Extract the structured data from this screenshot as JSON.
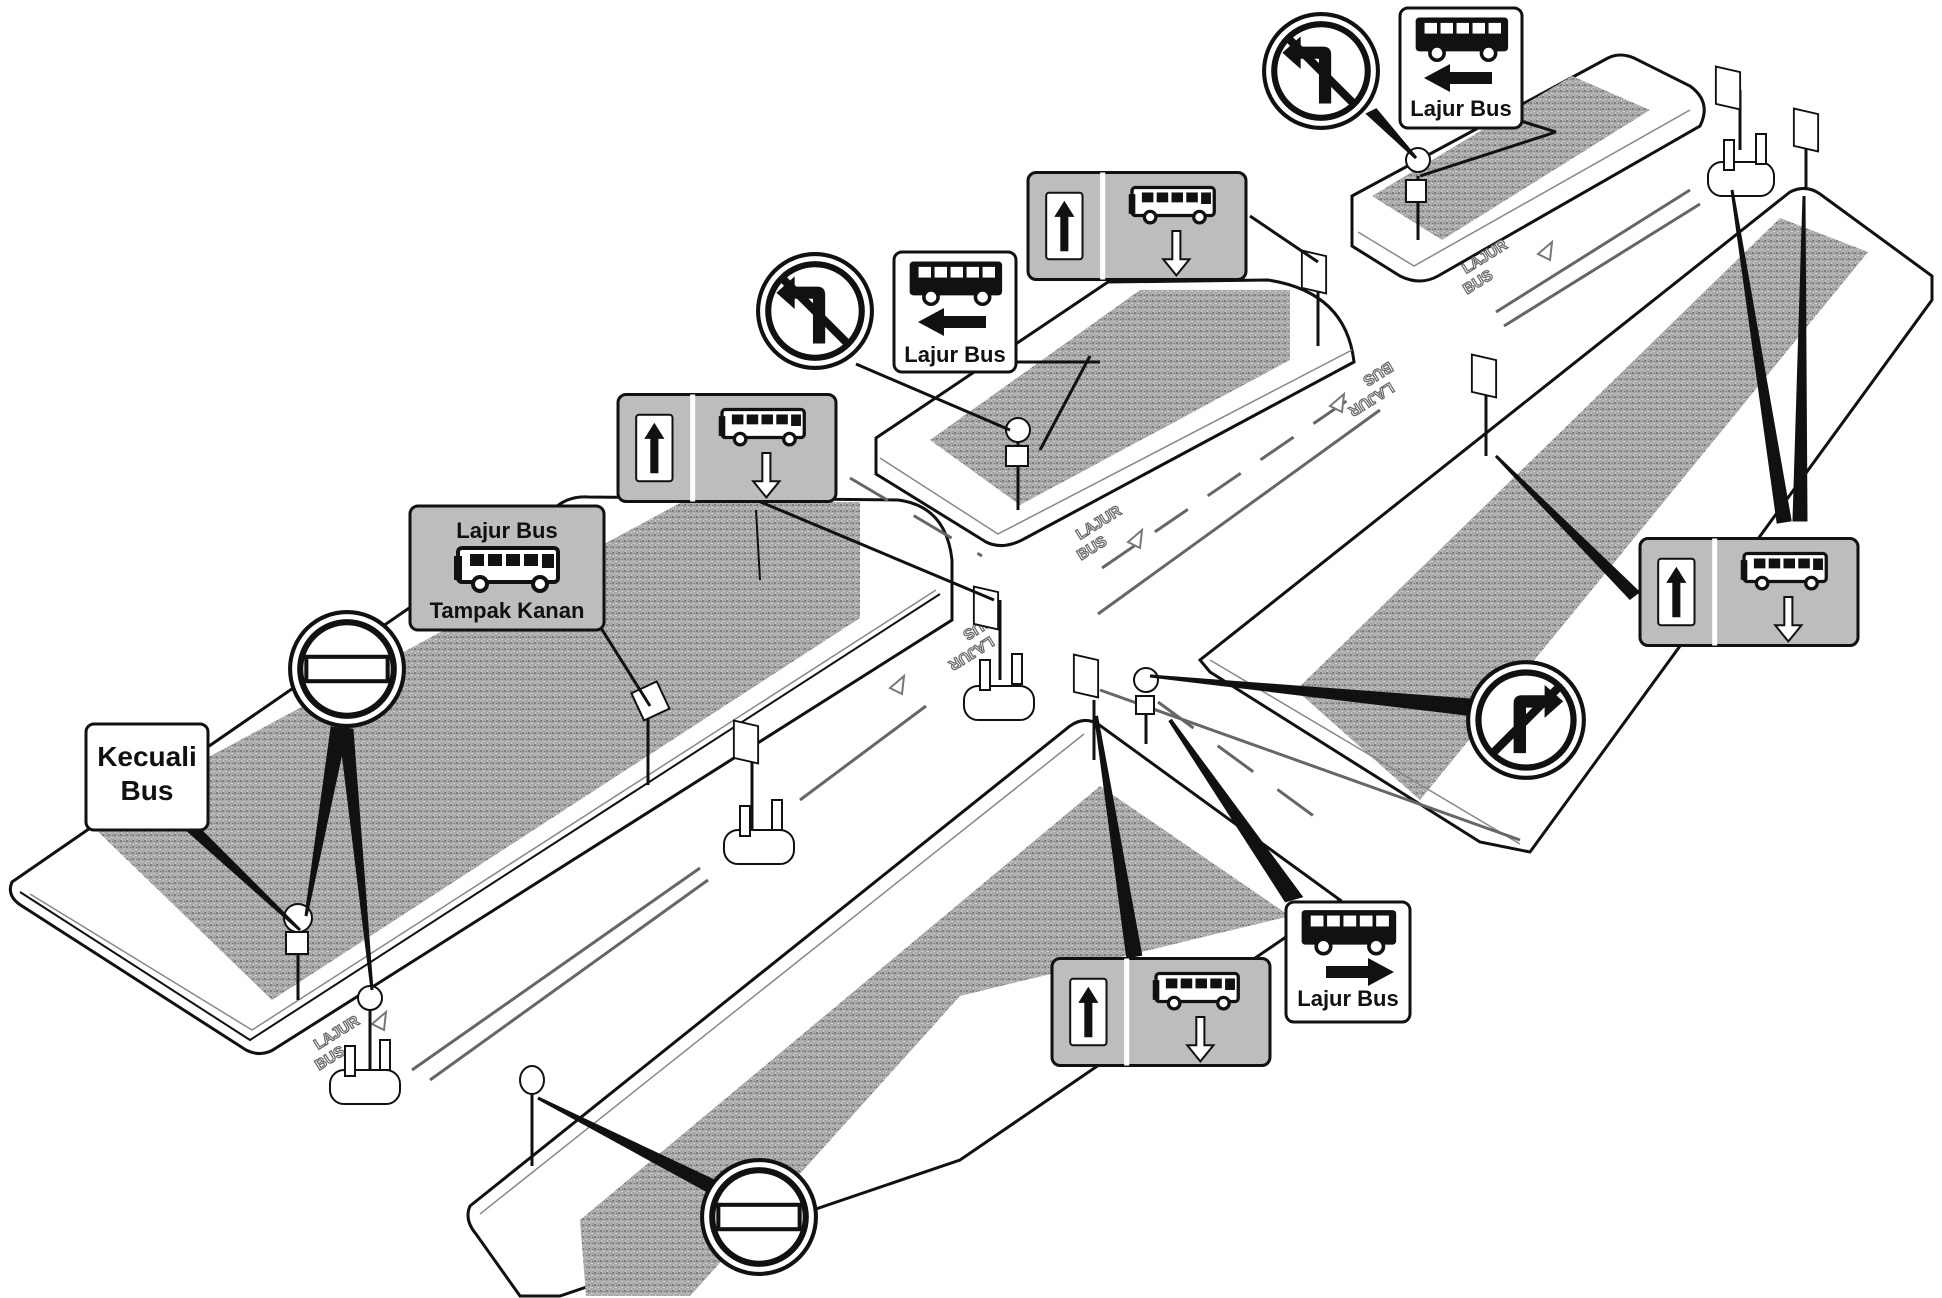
{
  "signs": {
    "kecuali": {
      "line1": "Kecuali",
      "line2": "Bus"
    },
    "lajur_kanan": {
      "line1": "Lajur Bus",
      "line2": "Tampak Kanan"
    },
    "lajur_bus_left": "Lajur Bus",
    "lajur_bus_right": "Lajur Bus"
  },
  "road_markings": {
    "line1": "LAJUR",
    "line2": "BUS"
  },
  "icons": [
    "no-entry-sign",
    "no-left-turn-sign",
    "no-right-turn-sign",
    "bus-lane-contraflow-sign",
    "bus-icon",
    "arrow-up-icon",
    "arrow-down-icon",
    "arrow-left-icon",
    "arrow-right-icon"
  ],
  "colors": {
    "pavement_fill": "#a6a6a6",
    "sign_grey": "#bdbdbd",
    "outline": "#111111",
    "road": "#ffffff"
  }
}
